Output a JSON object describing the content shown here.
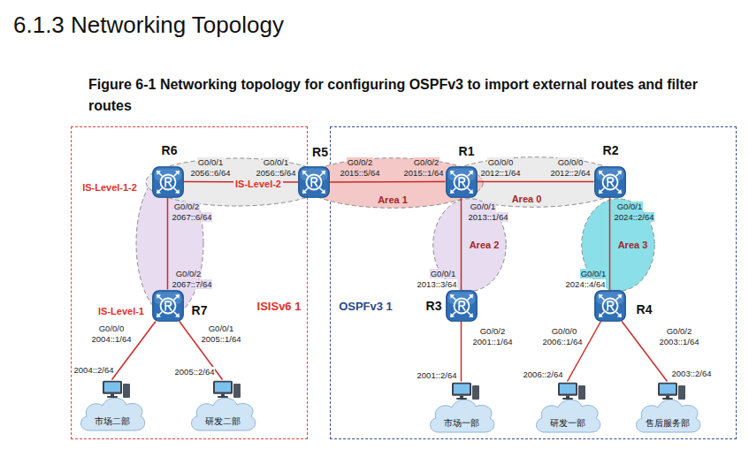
{
  "diagram": {
    "title": "6.1.3 Networking Topology",
    "caption": "Figure 6-1 Networking topology for configuring OSPFv3 to import external routes and filter routes",
    "nodes": [
      {
        "text": [
          "ISISv6 1"
        ]
      },
      {
        "text": [
          "OSPFv3 1"
        ]
      },
      {
        "text": [
          "R6"
        ],
        "in": 0
      },
      {
        "text": [
          "R5"
        ]
      },
      {
        "text": [
          "Area 1"
        ]
      },
      {
        "text": [
          "R1"
        ],
        "in": 1
      },
      {
        "text": [
          "Area 0"
        ],
        "in": 1
      },
      {
        "text": [
          "R2"
        ],
        "in": 1
      },
      {
        "text": [
          "Area 2"
        ],
        "in": 1
      },
      {
        "text": [
          "Area 3"
        ],
        "in": 1
      },
      {
        "text": [
          "R7"
        ],
        "in": 0
      },
      {
        "text": [
          "R3"
        ],
        "in": 1
      },
      {
        "text": [
          "R4"
        ],
        "in": 1
      },
      {
        "text": [
          "市场二部"
        ],
        "in": 0
      },
      {
        "text": [
          "研发二部"
        ],
        "in": 0
      },
      {
        "text": [
          "市场一部"
        ],
        "in": 1
      },
      {
        "text": [
          "研发一部"
        ],
        "in": 1
      },
      {
        "text": [
          "售后服务部"
        ],
        "in": 1
      }
    ],
    "edges": [
      {
        "from": 2,
        "to": 3,
        "arrow": "none",
        "label": "IS-Level-2"
      },
      {
        "from": 3,
        "to": 5,
        "arrow": "none"
      },
      {
        "from": 5,
        "to": 7,
        "arrow": "none"
      },
      {
        "from": 2,
        "to": 10,
        "arrow": "none"
      },
      {
        "from": 5,
        "to": 11,
        "arrow": "none"
      },
      {
        "from": 7,
        "to": 12,
        "arrow": "none"
      },
      {
        "from": 10,
        "to": 13,
        "arrow": "none"
      },
      {
        "from": 10,
        "to": 14,
        "arrow": "none"
      },
      {
        "from": 11,
        "to": 15,
        "arrow": "none"
      },
      {
        "from": 12,
        "to": 16,
        "arrow": "none"
      },
      {
        "from": 12,
        "to": 17,
        "arrow": "none"
      }
    ],
    "labels": [
      "IS-Level-1-2",
      "G0/0/1",
      "2056::6/64",
      "G0/0/1",
      "2056::5/64",
      "G0/0/2",
      "2015::5/64",
      "G0/0/2",
      "2015::1/64",
      "G0/0/0",
      "2012::1/64",
      "G0/0/0",
      "2012::2/64",
      "G0/0/2",
      "2067::6/64",
      "G0/0/1",
      "2013::1/64",
      "G0/0/1",
      "2024::2/64",
      "G0/0/2",
      "2067::7/64",
      "G0/0/1",
      "2013::3/64",
      "G0/0/1",
      "2024::4/64",
      "IS-Level-1",
      "G0/0/0",
      "2004::1/64",
      "G0/0/1",
      "2005::1/64",
      "G0/0/2",
      "2001::1/64",
      "G0/0/0",
      "2006::1/64",
      "G0/0/2",
      "2003::1/64",
      "2004::2/64",
      "2005::2/64",
      "2001::2/64",
      "2006::2/64",
      "2003::2/64"
    ]
  }
}
